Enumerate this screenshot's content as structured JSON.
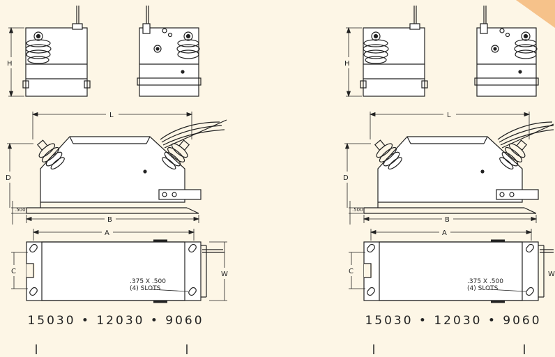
{
  "colors": {
    "background": "#fdf6e6",
    "line": "#222222",
    "corner_accent": "#f6c28a"
  },
  "panels": [
    {
      "labels": {
        "H": "H",
        "L": "L",
        "D": "D",
        "dim_500": ".500",
        "B": "B",
        "A": "A",
        "C": "C",
        "W": "W"
      },
      "slots_line1": ".375 X .500",
      "slots_line2": "(4) SLOTS",
      "caption": "15030 • 12030 • 9060"
    },
    {
      "labels": {
        "H": "H",
        "L": "L",
        "D": "D",
        "dim_500": ".500",
        "B": "B",
        "A": "A",
        "C": "C",
        "W": "W"
      },
      "slots_line1": ".375 X .500",
      "slots_line2": "(4) SLOTS",
      "caption": "15030 • 12030 • 9060"
    }
  ]
}
